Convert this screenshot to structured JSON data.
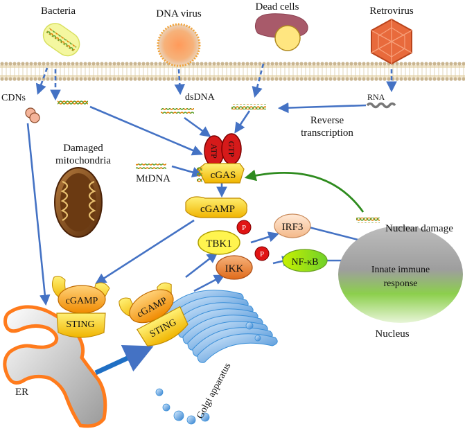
{
  "labels": {
    "bacteria": "Bacteria",
    "dna_virus": "DNA virus",
    "dead_cells": "Dead cells",
    "retrovirus": "Retrovirus",
    "cdns": "CDNs",
    "dsdna": "dsDNA",
    "rna": "RNA",
    "reverse_transcription_1": "Reverse",
    "reverse_transcription_2": "transcription",
    "damaged_1": "Damaged",
    "damaged_2": "mitochondria",
    "mtdna": "MtDNA",
    "atp": "ATP",
    "gtp": "GTP",
    "cgas": "cGAS",
    "cgamp_free": "cGAMP",
    "tbk1": "TBK1",
    "p": "P",
    "irf3": "IRF3",
    "ikk": "IKK",
    "nfkb": "NF-κB",
    "nuclear_damage": "Nuclear damage",
    "innate_1": "Innate immune",
    "innate_2": "response",
    "nucleus": "Nucleus",
    "cgamp_er": "cGAMP",
    "sting_er": "STING",
    "cgamp_golgi": "cGAMP",
    "sting_golgi": "STING",
    "er": "ER",
    "golgi": "Golgi apparatus"
  },
  "colors": {
    "arrow": "#4472c4",
    "feedback_arrow": "#2e8b1e",
    "membrane_head": "#c9b590",
    "cgas_body": "#f5c518",
    "atp_gtp": "#d61a1a",
    "er": "#ff7b1c",
    "golgi": "#3a8fd8",
    "nucleus_top": "#bdbdbd",
    "nucleus_bottom": "#7bc943"
  }
}
